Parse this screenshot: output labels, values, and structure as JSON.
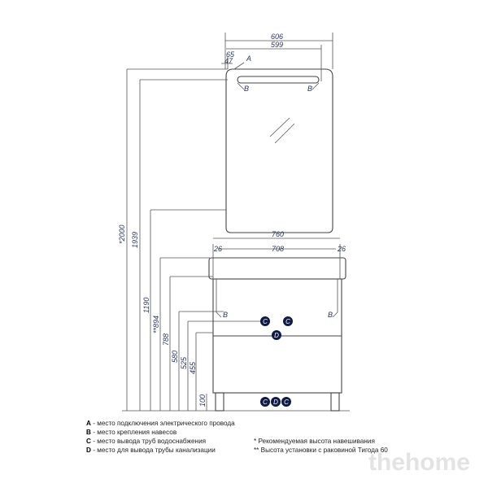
{
  "dimensions": {
    "mirror_outer": "606",
    "mirror_inner": "599",
    "top_65": "65",
    "top_47": "47",
    "h_2000": "*2000",
    "h_1939": "1939",
    "h_1190": "1190",
    "h_894": "**894",
    "h_788": "788",
    "h_580": "580",
    "h_525": "525",
    "h_455": "455",
    "h_100": "100",
    "vanity_width": "760",
    "vanity_inner": "708",
    "side_left": "26",
    "side_right": "26"
  },
  "markers": {
    "a": "A",
    "b": "B",
    "c": "C",
    "d": "D"
  },
  "legend": [
    {
      "key": "A",
      "text": " - место подключения электрического провода"
    },
    {
      "key": "B",
      "text": " - место крепления навесов"
    },
    {
      "key": "C",
      "text": " - место вывода труб водоснабжения"
    },
    {
      "key": "D",
      "text": " - место для вывода трубы канализации"
    }
  ],
  "notes": [
    "* Рекомендуемая высота навешивания",
    "** Высота установки с раковиной Тигода 60"
  ],
  "watermark": "thehome",
  "colors": {
    "marker": "#0f1b45",
    "text": "#2a3560"
  }
}
